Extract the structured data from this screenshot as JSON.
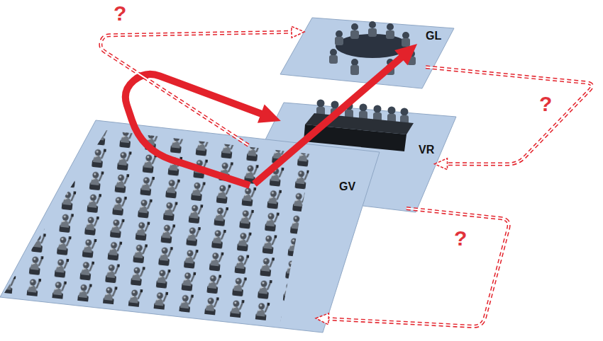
{
  "diagram": {
    "nodes": [
      {
        "text": [
          "GL"
        ]
      },
      {
        "text": [
          "VR"
        ]
      },
      {
        "text": [
          "GV"
        ]
      }
    ],
    "edges": [
      {
        "from": 2,
        "to": 1,
        "arrow": "to"
      },
      {
        "from": 2,
        "to": 0,
        "arrow": "to"
      },
      {
        "from": 1,
        "to": 0,
        "arrow": "to"
      },
      {
        "from": 0,
        "to": 1,
        "arrow": "to"
      },
      {
        "from": 1,
        "to": 2,
        "arrow": "to"
      }
    ],
    "labels": [
      "?",
      "?",
      "?"
    ]
  }
}
